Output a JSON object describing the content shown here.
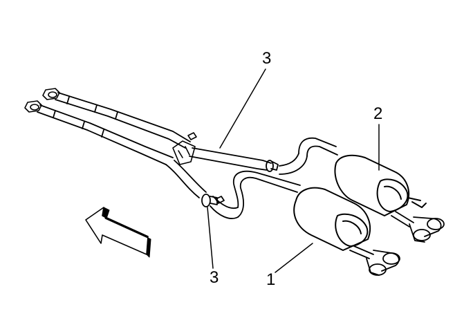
{
  "diagram": {
    "callouts": {
      "c3_upper": "3",
      "c2": "2",
      "c3_lower": "3",
      "c1": "1"
    },
    "direction_arrow": "front-of-vehicle-arrow",
    "line_color": "#000000",
    "background": "#ffffff"
  }
}
